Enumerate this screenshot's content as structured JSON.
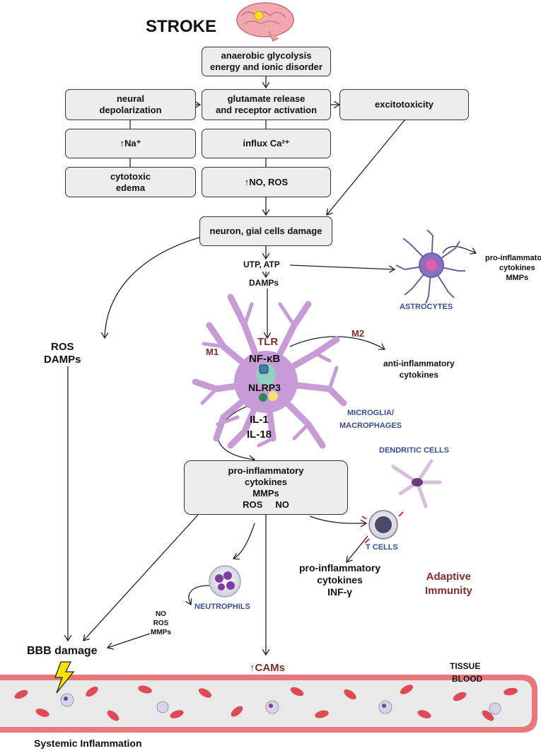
{
  "title": "STROKE",
  "boxes": {
    "anaerobic": [
      "anaerobic glycolysis",
      "energy and ionic disorder"
    ],
    "neural": [
      "neural",
      "depolarization"
    ],
    "glutamate": [
      "glutamate release",
      "and receptor activation"
    ],
    "excitotoxicity": "excitotoxicity",
    "na": "↑Na⁺",
    "influx": "influx Ca²⁺",
    "cytotoxic": [
      "cytotoxic",
      "edema"
    ],
    "no_ros": "↑NO, ROS",
    "damage": "neuron, gial cells damage",
    "proinflam": [
      "pro-inflammatory",
      "cytokines",
      "MMPs",
      "ROS     NO"
    ]
  },
  "labels": {
    "utp": "UTP, ATP",
    "damps": "DAMPs",
    "ros_damps": [
      "ROS",
      "DAMPs"
    ],
    "astro_out": [
      "pro-inflammatory",
      "cytokines",
      "MMPs"
    ],
    "astrocytes": "ASTROCYTES",
    "tlr": "TLR",
    "m1": "M1",
    "m2": "M2",
    "nfkb": "NF-κB",
    "nlrp3": "NLRP3",
    "il1": "IL-1",
    "il18": "IL-18",
    "anti": [
      "anti-inflammatory",
      "cytokines"
    ],
    "microglia": [
      "MICROGLIA/",
      "MACROPHAGES"
    ],
    "dendritic": "DENDRITIC CELLS",
    "tcells": "T CELLS",
    "tcell_out": [
      "pro-inflammatory",
      "cytokines",
      "INF-γ"
    ],
    "adaptive": [
      "Adaptive",
      "Immunity"
    ],
    "neutrophils": "NEUTROPHILS",
    "neut_out": [
      "NO",
      "ROS",
      "MMPs"
    ],
    "bbb": "BBB damage",
    "cams": "↑CAMs",
    "tissue": "TISSUE",
    "blood": "BLOOD",
    "systemic": "Systemic Inflammation"
  },
  "colors": {
    "box_fill": "#ededed",
    "vessel_wall": "#e8787c",
    "vessel_lumen": "#e9e9e9",
    "rbc": "#e04a55",
    "microglia": "#c79bd6",
    "astrocyte": "#6e5ea8",
    "label_blue": "#3a4b9a",
    "label_red": "#8b2a2a"
  }
}
